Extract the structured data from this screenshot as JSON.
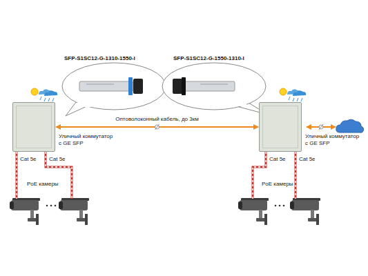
{
  "diagram": {
    "nodes": [
      {
        "text": [
          "Уличный коммутатор с GE SFP"
        ]
      },
      {
        "text": [
          "Уличный коммутатор с GE SFP"
        ]
      }
    ],
    "edges": [
      {
        "from": 0,
        "to": 1,
        "arrow": "both",
        "label": "Оптоволоконный кабель, до 3км"
      }
    ],
    "labels": [
      "SFP-S1SC12-G-1310-1550-I",
      "SFP-S1SC12-G-1550-1310-I",
      "Cat 5e",
      "Cat 5e",
      "PoE камеры",
      "Cat 5e",
      "Cat 5e",
      "PoE камеры"
    ]
  }
}
